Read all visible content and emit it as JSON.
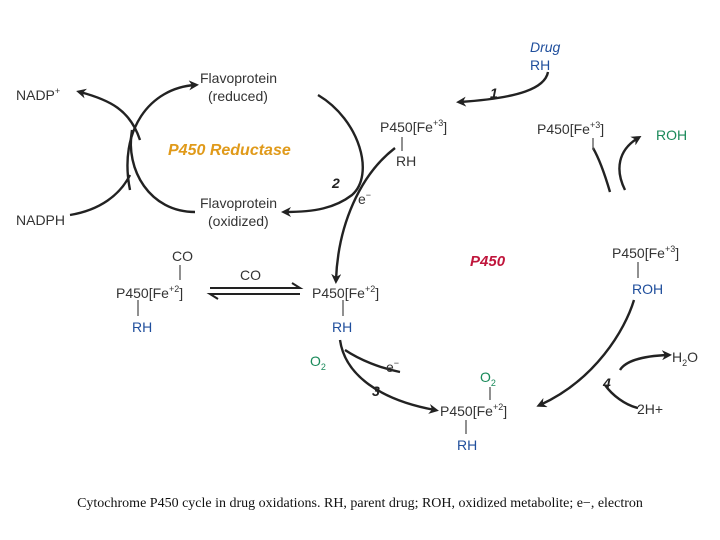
{
  "labels": {
    "drug": "Drug",
    "rh_top": "RH",
    "nadp": "NADP",
    "nadp_sup": "+",
    "flavo_reduced_1": "Flavoprotein",
    "flavo_reduced_2": "(reduced)",
    "p450_reductase": "P450 Reductase",
    "step1": "1",
    "step2": "2",
    "step3": "3",
    "step4": "4",
    "p450_fe3_a": "P450[Fe",
    "sup_fe3": "+3",
    "bracket": "]",
    "rh_a": "RH",
    "p450_fe3_b": "P450[Fe",
    "roh_out": "ROH",
    "e_minus": "e",
    "minus": "−",
    "flavo_oxidized_1": "Flavoprotein",
    "flavo_oxidized_2": "(oxidized)",
    "nadph": "NADPH",
    "co_top": "CO",
    "co_arrow": "CO",
    "p450_fe2_left": "P450[Fe",
    "sup_fe2": "+2",
    "rh_left": "RH",
    "p450_fe2_center": "P450[Fe",
    "rh_center": "RH",
    "p450_center": "P450",
    "p450_fe3_right": "P450[Fe",
    "roh_right": "ROH",
    "o2_left": "O",
    "sub_2": "2",
    "e_minus_2": "e",
    "h2o_h": "H",
    "h2o_o": "O",
    "o2_bottom": "O",
    "p450_fe2_bottom": "P450[Fe",
    "rh_bottom": "RH",
    "h_plus": "2H+"
  },
  "colors": {
    "blue": "#1f4e9c",
    "green": "#1a8a5a",
    "orange": "#e09a1a",
    "red": "#c0163c"
  },
  "caption": "Cytochrome P450 cycle in drug oxidations. RH, parent drug; ROH, oxidized metabolite; e−, electron"
}
